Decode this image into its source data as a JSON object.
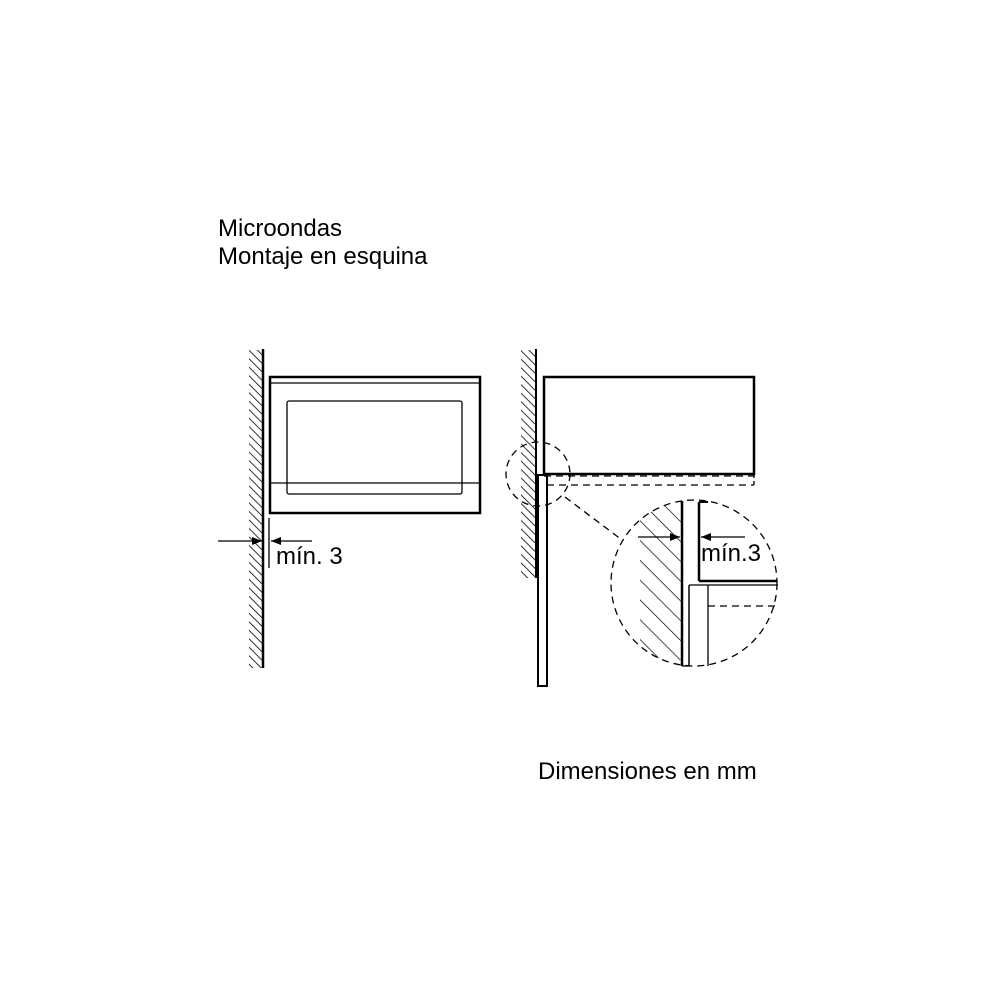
{
  "title": {
    "line1": "Microondas",
    "line2": "Montaje en esquina"
  },
  "left_view": {
    "clearance_label": "mín. 3"
  },
  "right_view": {
    "detail_clearance_label": "mín.3"
  },
  "footer": {
    "units_note": "Dimensiones en mm"
  },
  "colors": {
    "line": "#000000",
    "background": "#ffffff"
  }
}
